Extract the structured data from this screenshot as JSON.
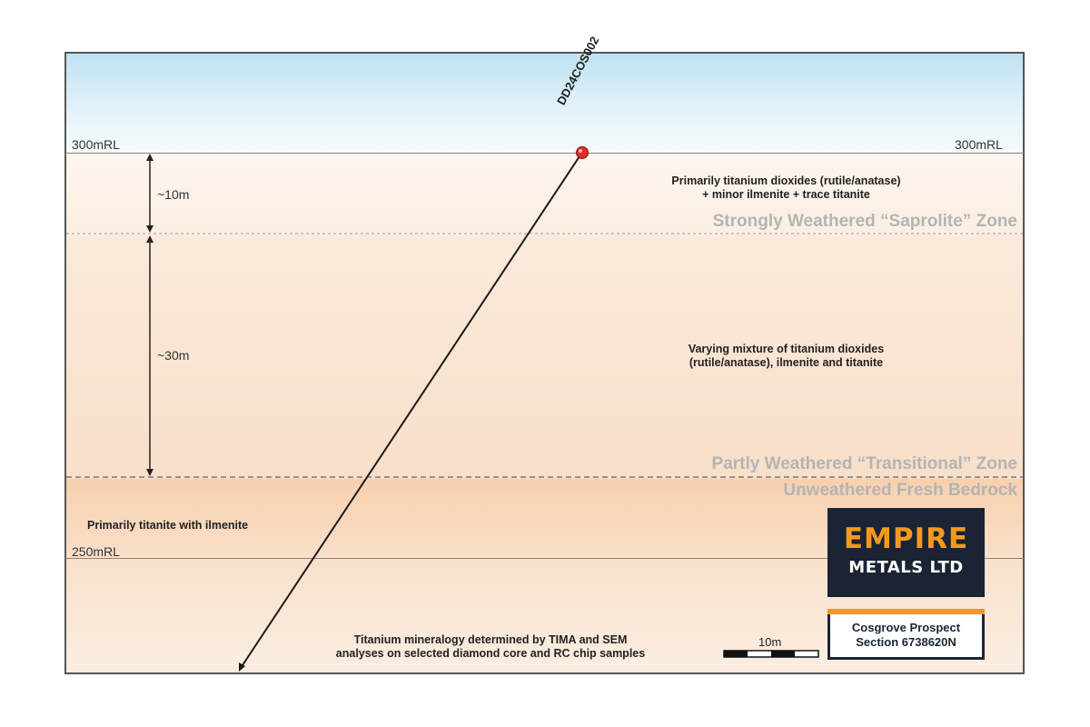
{
  "drillhole": {
    "id": "DD24COS002"
  },
  "levels": {
    "top_rl": "300mRL",
    "top_rl_right": "300mRL",
    "lower_rl": "250mRL"
  },
  "measurements": {
    "saprolite_thickness": "~10m",
    "transitional_thickness": "~30m"
  },
  "zones": {
    "saprolite": {
      "name": "Strongly Weathered “Saprolite” Zone",
      "note_line1": "Primarily titanium dioxides (rutile/anatase)",
      "note_line2": "+ minor ilmenite + trace titanite"
    },
    "transitional": {
      "name": "Partly Weathered “Transitional” Zone",
      "note_line1": "Varying mixture of titanium dioxides",
      "note_line2": "(rutile/anatase), ilmenite and titanite"
    },
    "bedrock": {
      "name": "Unweathered Fresh Bedrock",
      "note": "Primarily titanite with ilmenite"
    }
  },
  "footnote": {
    "line1": "Titanium mineralogy determined by TIMA and SEM",
    "line2": "analyses on selected diamond core and RC chip samples"
  },
  "scale_bar": {
    "label": "10m"
  },
  "logo": {
    "line1": "EMPIRE",
    "line2": "METALS LTD"
  },
  "section": {
    "line1": "Cosgrove Prospect",
    "line2": "Section 6738620N"
  },
  "colors": {
    "collar": "#e02a2a",
    "logo_orange": "#f39a1e",
    "logo_navy": "#1b2433",
    "zone_label_grey": "#b4b4b4"
  }
}
